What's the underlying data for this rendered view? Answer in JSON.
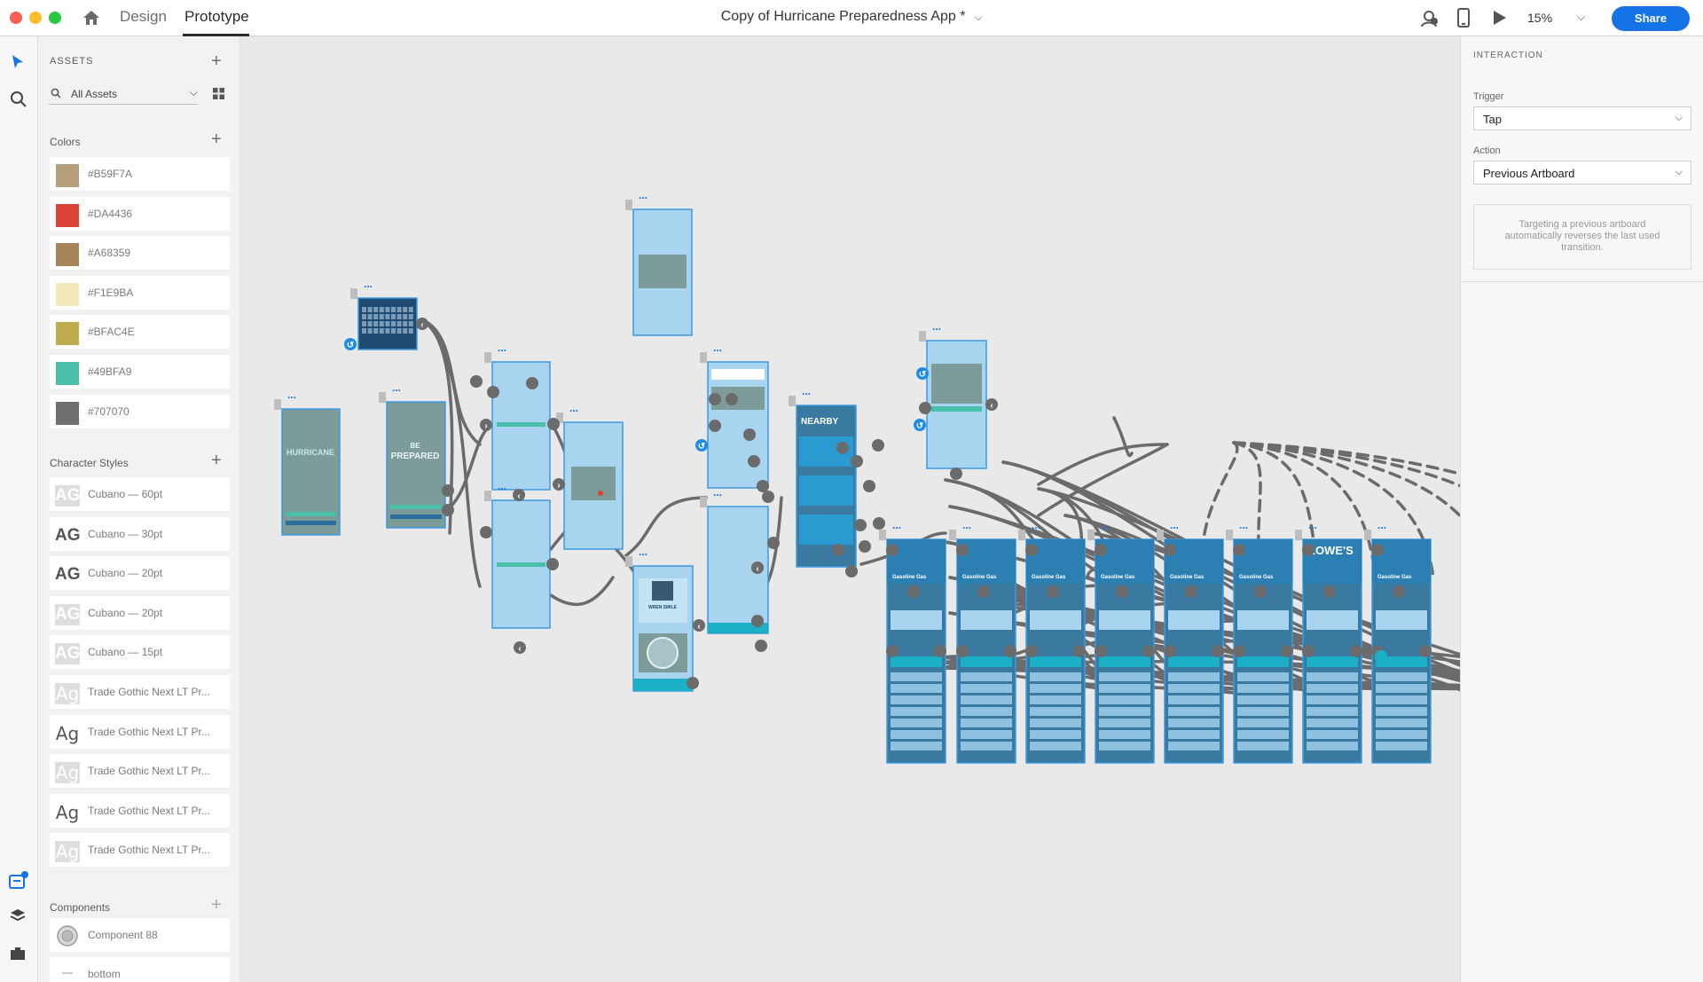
{
  "titlebar": {
    "tabs": [
      {
        "label": "Design"
      },
      {
        "label": "Prototype"
      }
    ],
    "document_title": "Copy of Hurricane Preparedness App *",
    "zoom": "15%",
    "share_label": "Share"
  },
  "assets": {
    "header": "ASSETS",
    "search_placeholder": "All Assets",
    "colors_title": "Colors",
    "colors": [
      "#B59F7A",
      "#DA4436",
      "#A68359",
      "#F1E9BA",
      "#BFAC4E",
      "#49BFA9",
      "#707070"
    ],
    "character_styles_title": "Character Styles",
    "character_styles": [
      {
        "glyph": "AG",
        "label": "Cubano — 60pt",
        "variant": "light"
      },
      {
        "glyph": "AG",
        "label": "Cubano — 30pt",
        "variant": "dark"
      },
      {
        "glyph": "AG",
        "label": "Cubano — 20pt",
        "variant": "dark"
      },
      {
        "glyph": "AG",
        "label": "Cubano — 20pt",
        "variant": "light"
      },
      {
        "glyph": "AG",
        "label": "Cubano — 15pt",
        "variant": "light"
      },
      {
        "glyph": "Ag",
        "label": "Trade Gothic Next LT Pr...",
        "variant": "light"
      },
      {
        "glyph": "Ag",
        "label": "Trade Gothic Next LT Pr...",
        "variant": "dark"
      },
      {
        "glyph": "Ag",
        "label": "Trade Gothic Next LT Pr...",
        "variant": "light"
      },
      {
        "glyph": "Ag",
        "label": "Trade Gothic Next LT Pr...",
        "variant": "dark"
      },
      {
        "glyph": "Ag",
        "label": "Trade Gothic Next LT Pr...",
        "variant": "light"
      }
    ],
    "components_title": "Components",
    "components": [
      {
        "label": "Component 88"
      },
      {
        "label": "bottom"
      }
    ]
  },
  "artboards": {
    "hurricane": "HURRICANE",
    "be": "BE",
    "prepared": "PREPARED",
    "nearby": "NEARBY",
    "gas_label": "Gasoline Gas",
    "lowes": "LOWE'S",
    "profile_name": "WREN SMILE"
  },
  "interaction": {
    "title": "INTERACTION",
    "trigger_label": "Trigger",
    "trigger_value": "Tap",
    "action_label": "Action",
    "action_value": "Previous Artboard",
    "note": "Targeting a previous artboard automatically reverses the last used transition."
  }
}
